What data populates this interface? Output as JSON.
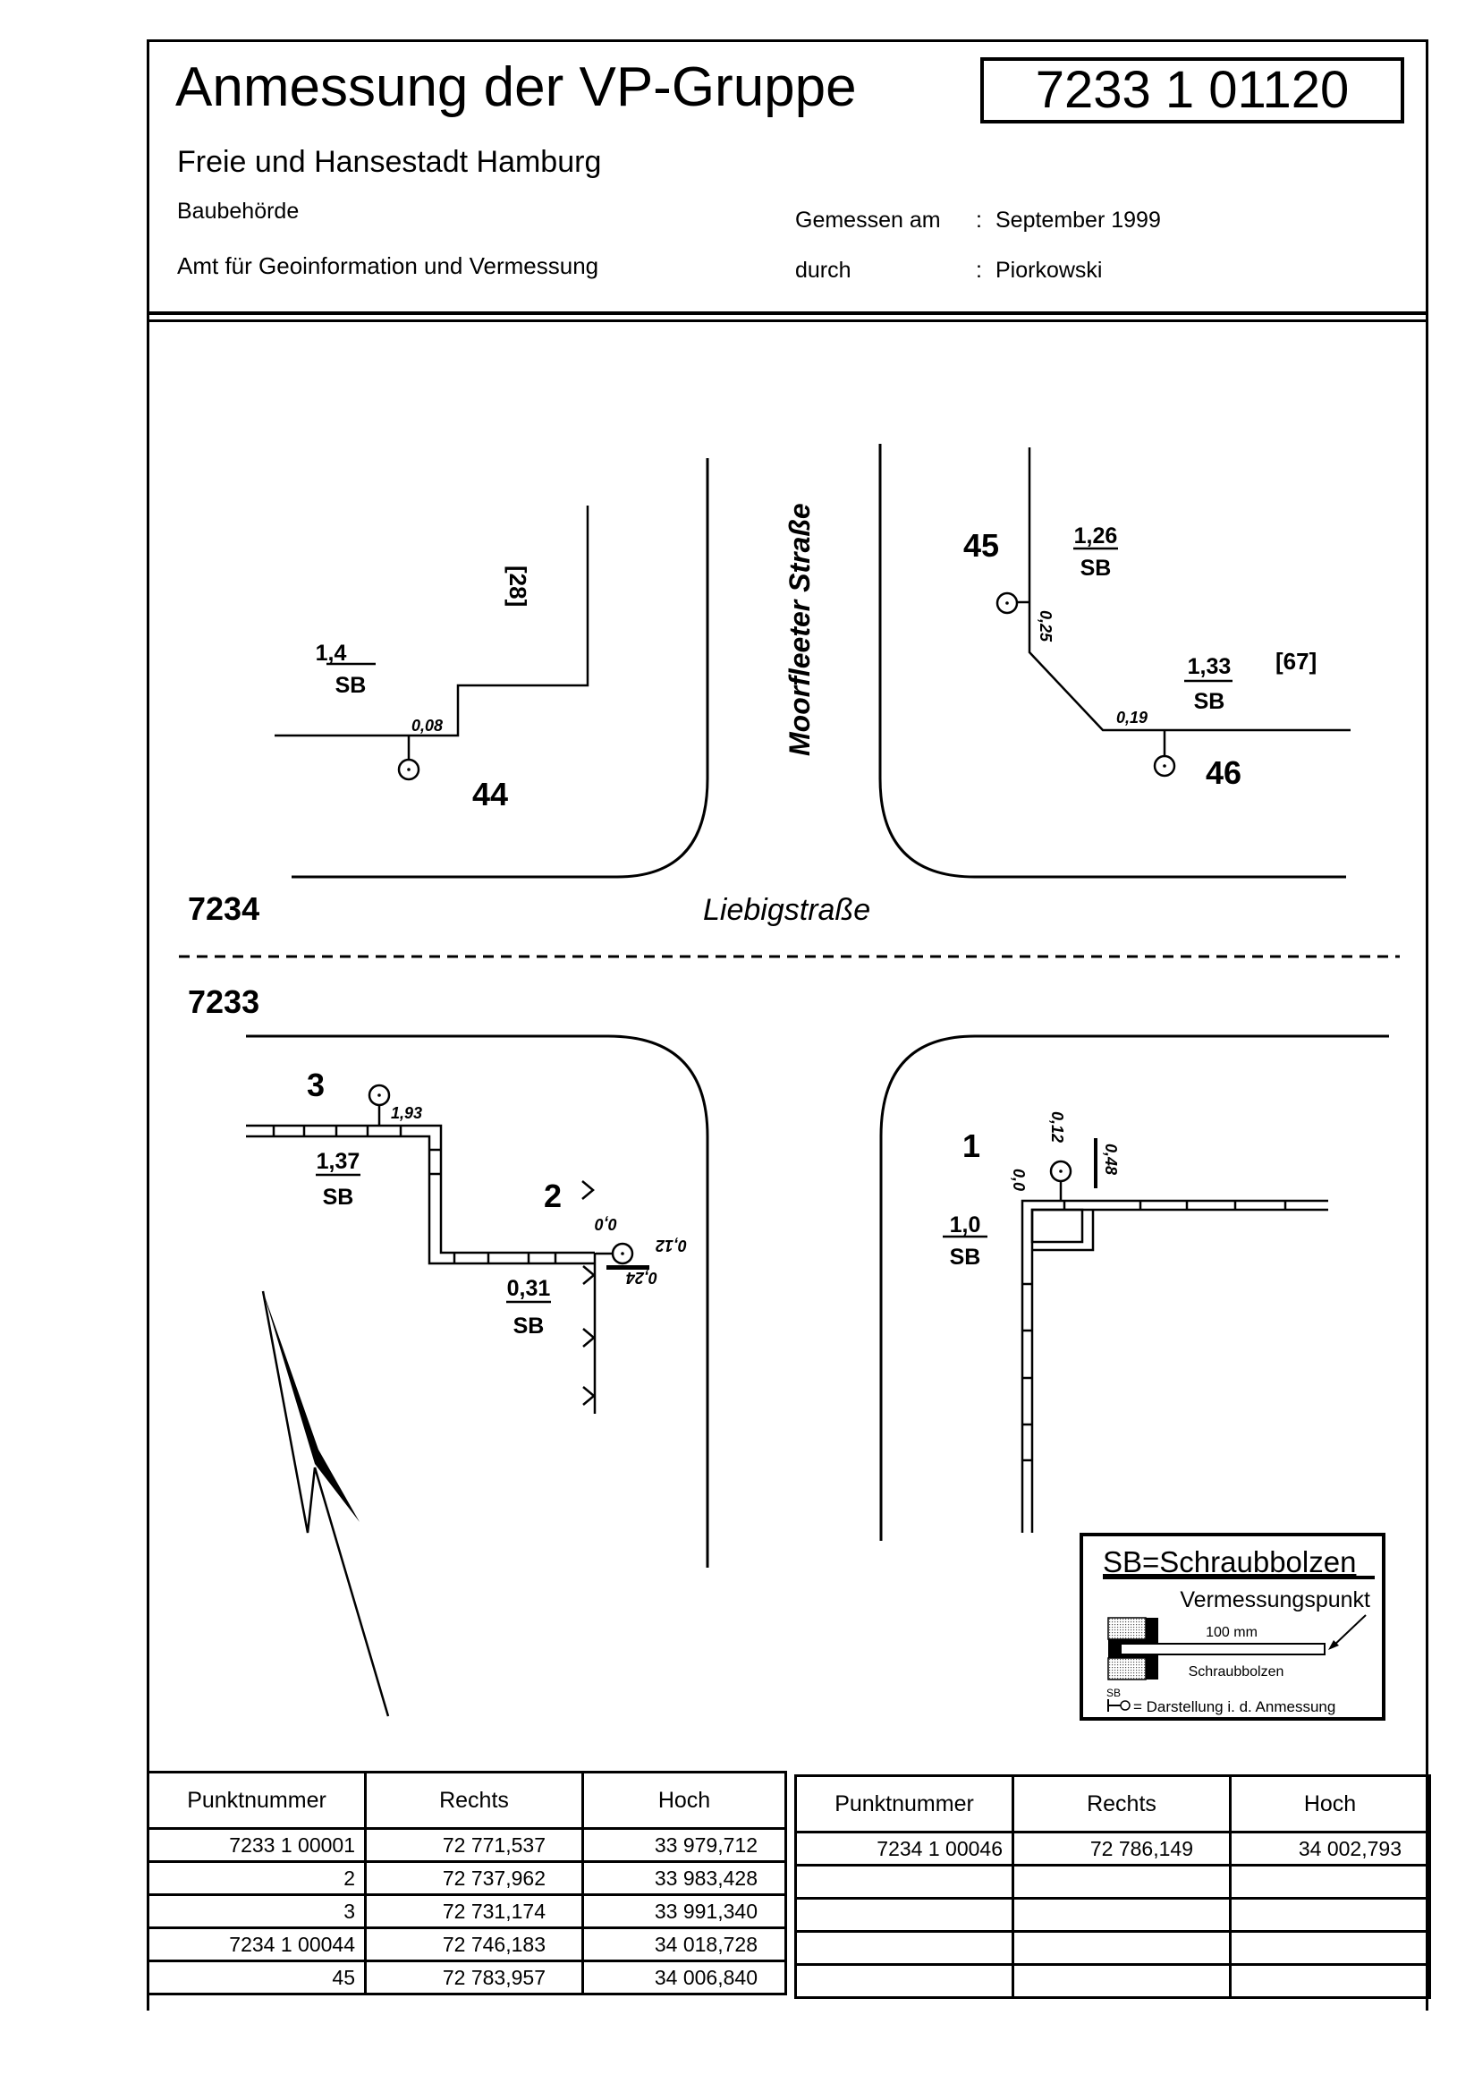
{
  "header": {
    "title": "Anmessung der VP-Gruppe",
    "group_id": "7233 1 01120",
    "authority": "Freie und Hansestadt Hamburg",
    "department": "Baubehörde",
    "office": "Amt für Geoinformation und Vermessung",
    "measured_label": "Gemessen am",
    "measured_sep": ":",
    "measured_value": "September 1999",
    "by_label": "durch",
    "by_sep": ":",
    "by_value": "Piorkowski"
  },
  "map": {
    "streets": {
      "vertical": "Moorfleeter Straße",
      "horizontal": "Liebigstraße"
    },
    "sheets": {
      "upper": "7234",
      "lower": "7233"
    },
    "house_numbers": {
      "left_block": "[28]",
      "right_block": "[67]"
    },
    "points": {
      "p44": {
        "label": "44",
        "dist_top": "1,4",
        "dist_bottom": "SB",
        "offset": "0,08"
      },
      "p45": {
        "label": "45",
        "dist_top": "1,26",
        "dist_bottom": "SB",
        "offset": "0,25"
      },
      "p46": {
        "label": "46",
        "dist_top": "1,33",
        "dist_bottom": "SB",
        "offset": "0,19"
      },
      "p3": {
        "label": "3",
        "dist_top": "1,37",
        "dist_bottom": "SB",
        "offset": "1,93"
      },
      "p2": {
        "label": "2",
        "dist_top": "0,31",
        "dist_bottom": "SB",
        "offset_a": "0,0",
        "offset_b": "0,12",
        "offset_c": "0,24"
      },
      "p1": {
        "label": "1",
        "dist_top": "1,0",
        "dist_bottom": "SB",
        "offset_a": "0,0",
        "offset_b": "0,12",
        "offset_c": "0,48"
      }
    }
  },
  "legend": {
    "title": "SB=Schraubbolzen",
    "point_label": "Vermessungspunkt",
    "length_label": "100 mm",
    "bolt_label": "Schraubbolzen",
    "symbol_sb": "SB",
    "symbol_desc": "= Darstellung i. d. Anmessung"
  },
  "tables": {
    "headers": [
      "Punktnummer",
      "Rechts",
      "Hoch"
    ],
    "left": [
      [
        "7233 1 00001",
        "72 771,537",
        "33 979,712"
      ],
      [
        "2",
        "72 737,962",
        "33 983,428"
      ],
      [
        "3",
        "72 731,174",
        "33 991,340"
      ],
      [
        "7234 1 00044",
        "72 746,183",
        "34 018,728"
      ],
      [
        "45",
        "72 783,957",
        "34 006,840"
      ]
    ],
    "right": [
      [
        "7234 1 00046",
        "72 786,149",
        "34 002,793"
      ],
      [
        "",
        "",
        ""
      ],
      [
        "",
        "",
        ""
      ],
      [
        "",
        "",
        ""
      ],
      [
        "",
        "",
        ""
      ]
    ]
  }
}
